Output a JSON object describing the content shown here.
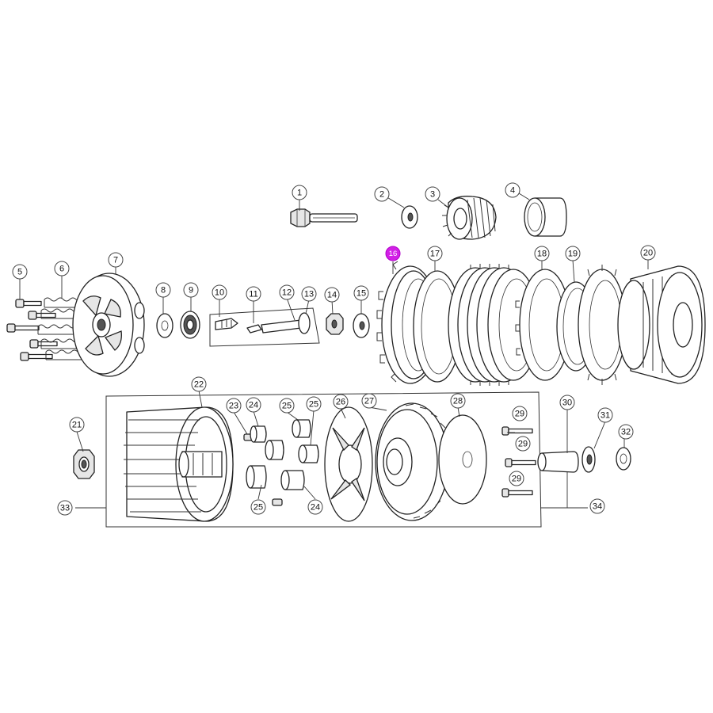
{
  "diagram": {
    "highlight_color": "#d21fe6",
    "callouts": [
      {
        "label": "1",
        "highlighted": false
      },
      {
        "label": "2",
        "highlighted": false
      },
      {
        "label": "3",
        "highlighted": false
      },
      {
        "label": "4",
        "highlighted": false
      },
      {
        "label": "5",
        "highlighted": false
      },
      {
        "label": "6",
        "highlighted": false
      },
      {
        "label": "7",
        "highlighted": false
      },
      {
        "label": "8",
        "highlighted": false
      },
      {
        "label": "9",
        "highlighted": false
      },
      {
        "label": "10",
        "highlighted": false
      },
      {
        "label": "11",
        "highlighted": false
      },
      {
        "label": "12",
        "highlighted": false
      },
      {
        "label": "13",
        "highlighted": false
      },
      {
        "label": "14",
        "highlighted": false
      },
      {
        "label": "15",
        "highlighted": false
      },
      {
        "label": "16",
        "highlighted": true
      },
      {
        "label": "17",
        "highlighted": false
      },
      {
        "label": "18",
        "highlighted": false
      },
      {
        "label": "19",
        "highlighted": false
      },
      {
        "label": "20",
        "highlighted": false
      },
      {
        "label": "21",
        "highlighted": false
      },
      {
        "label": "22",
        "highlighted": false
      },
      {
        "label": "23",
        "highlighted": false
      },
      {
        "label": "24",
        "highlighted": false
      },
      {
        "label": "25",
        "highlighted": false
      },
      {
        "label": "25",
        "highlighted": false
      },
      {
        "label": "26",
        "highlighted": false
      },
      {
        "label": "27",
        "highlighted": false
      },
      {
        "label": "28",
        "highlighted": false
      },
      {
        "label": "29",
        "highlighted": false
      },
      {
        "label": "29",
        "highlighted": false
      },
      {
        "label": "29",
        "highlighted": false
      },
      {
        "label": "30",
        "highlighted": false
      },
      {
        "label": "31",
        "highlighted": false
      },
      {
        "label": "32",
        "highlighted": false
      },
      {
        "label": "33",
        "highlighted": false
      },
      {
        "label": "34",
        "highlighted": false
      },
      {
        "label": "25",
        "highlighted": false
      },
      {
        "label": "24",
        "highlighted": false
      }
    ]
  }
}
